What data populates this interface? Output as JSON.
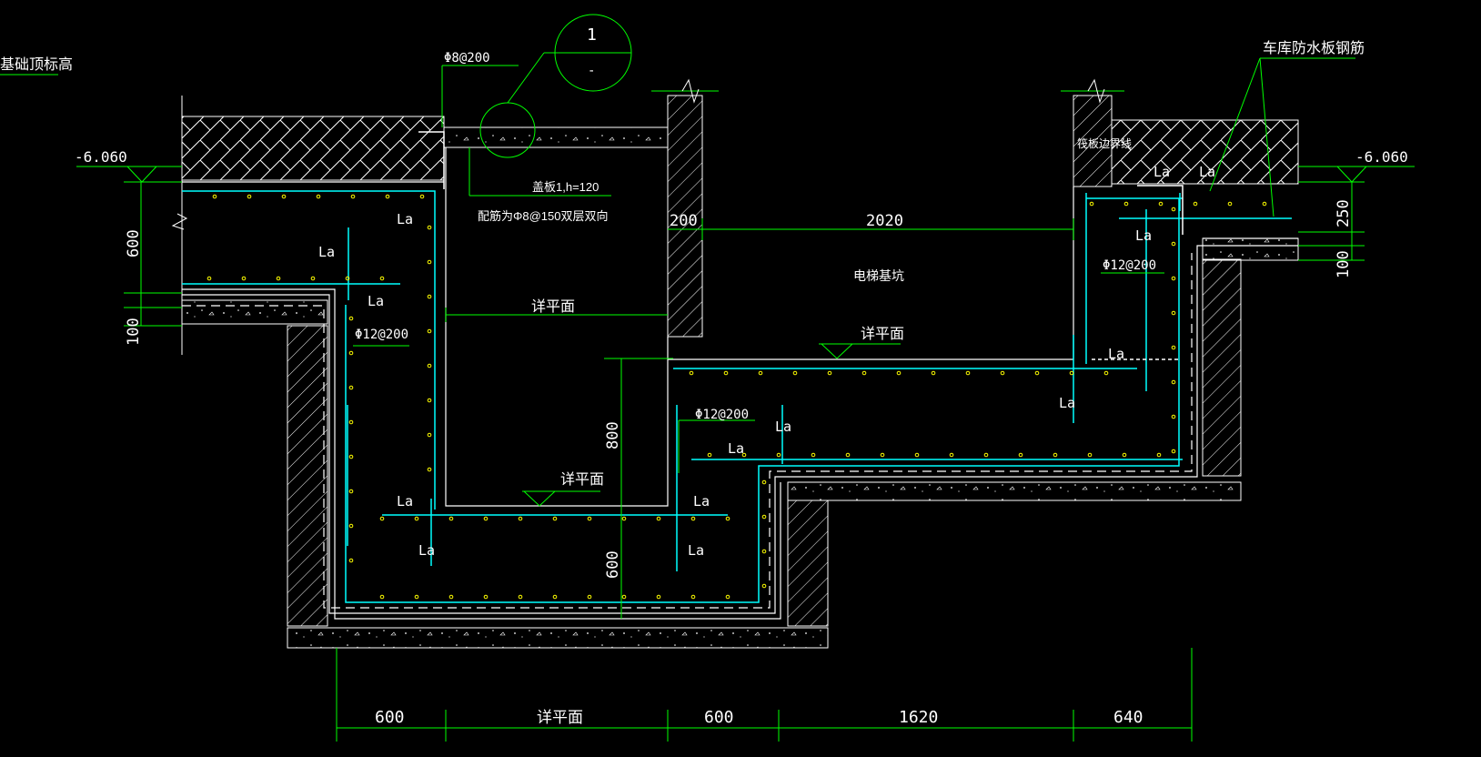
{
  "colors": {
    "background": "#000000",
    "wall": "#ffffff",
    "dimension": "#00ff00",
    "rebar": "#00ffff",
    "dots": "#ffff00",
    "text": "#ffffff"
  },
  "labels": {
    "foundation_top": "基础顶标高",
    "garage_rebar": "车库防水板钢筋",
    "raft_boundary": "筏板边界线",
    "pit": "电梯基坑",
    "cover": "盖板1,h=120",
    "cover_rebar": "配筋为Φ8@150双层双向",
    "rebar_a": "Φ8@200",
    "rebar_b": "Φ12@200",
    "rebar_c": "Φ12@200",
    "rebar_d": "Φ12@200",
    "detail1": "详平面",
    "detail2": "详平面",
    "detail3": "详平面",
    "detail_bottom": "详平面",
    "la": "La",
    "callout_num": "1",
    "callout_sub": "-",
    "elev_left": "-6.060",
    "elev_right": "-6.060"
  },
  "dimensions": {
    "top_gap": "2020",
    "wall_200": "200",
    "left_600": "600",
    "left_100": "100",
    "mid_800": "800",
    "mid_600": "600",
    "right_250": "250",
    "right_100": "100",
    "bottom": [
      "600",
      "600",
      "1620",
      "640"
    ]
  }
}
